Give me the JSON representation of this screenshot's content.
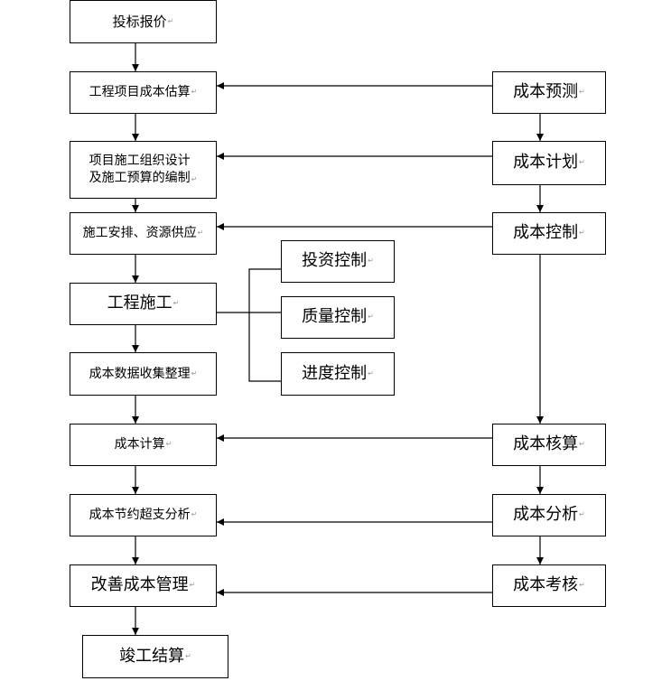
{
  "left_boxes": [
    {
      "id": "tender",
      "text": "投标报价"
    },
    {
      "id": "estimate",
      "text": "工程项目成本估算"
    },
    {
      "id": "design",
      "text": "项目施工组织设计\n及施工预算的编制"
    },
    {
      "id": "arrange",
      "text": "施工安排、资源供应"
    },
    {
      "id": "construct",
      "text": "工程施工"
    },
    {
      "id": "collect",
      "text": "成本数据收集整理"
    },
    {
      "id": "calc",
      "text": "成本计算"
    },
    {
      "id": "overspend",
      "text": "成本节约超支分析"
    },
    {
      "id": "improve",
      "text": "改善成本管理"
    },
    {
      "id": "settle",
      "text": "竣工结算"
    }
  ],
  "middle_boxes": [
    {
      "id": "invest",
      "text": "投资控制"
    },
    {
      "id": "quality",
      "text": "质量控制"
    },
    {
      "id": "progress",
      "text": "进度控制"
    }
  ],
  "right_boxes": [
    {
      "id": "forecast",
      "text": "成本预测"
    },
    {
      "id": "plan",
      "text": "成本计划"
    },
    {
      "id": "control",
      "text": "成本控制"
    },
    {
      "id": "accounting",
      "text": "成本核算"
    },
    {
      "id": "analysis",
      "text": "成本分析"
    },
    {
      "id": "assess",
      "text": "成本考核"
    }
  ],
  "paragraph_mark": "↵"
}
